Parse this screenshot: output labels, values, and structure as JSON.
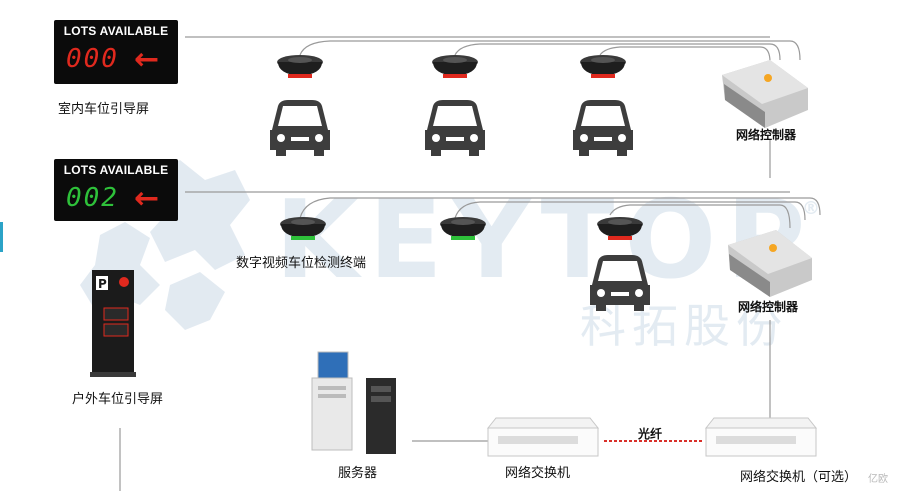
{
  "signs": {
    "indoor": {
      "header": "LOTS AVAILABLE",
      "count": "000",
      "arrow": "←",
      "color": "#e0291e"
    },
    "outdoor": {
      "header": "LOTS AVAILABLE",
      "count": "002",
      "arrow": "←",
      "color": "#2ec13a",
      "arrow_color": "#e0291e"
    }
  },
  "labels": {
    "indoor_sign": "室内车位引导屏",
    "controller_1": "网络控制器",
    "detector": "数字视频车位检测终端",
    "controller_2": "网络控制器",
    "outdoor_sign": "户外车位引导屏",
    "server": "服务器",
    "switch_1": "网络交换机",
    "fiber": "光纤",
    "switch_2": "网络交换机（可选）"
  },
  "watermark": {
    "brand": "KEYTOP",
    "cn": "科拓股份",
    "reg": "®"
  },
  "corner": {
    "text": "亿欧"
  },
  "colors": {
    "occupied": "#e0291e",
    "vacant": "#2ec13a",
    "line": "#9a9a9a",
    "fiber": "#d9302a"
  }
}
